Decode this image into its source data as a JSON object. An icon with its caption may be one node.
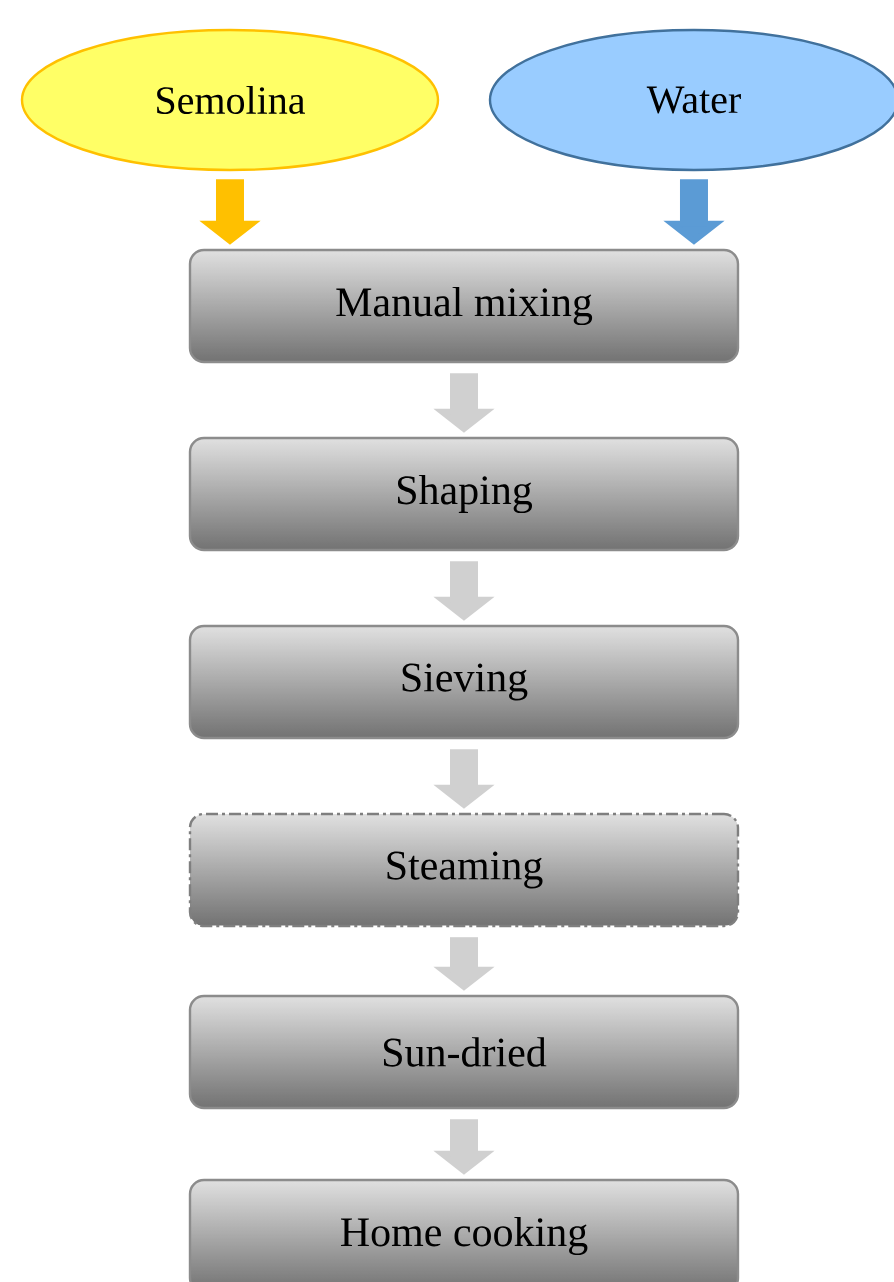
{
  "diagram": {
    "nodes": [
      {
        "text": [
          "Semolina"
        ]
      },
      {
        "text": [
          "Water"
        ]
      },
      {
        "text": [
          "Manual mixing"
        ]
      },
      {
        "text": [
          "Shaping"
        ]
      },
      {
        "text": [
          "Sieving"
        ]
      },
      {
        "text": [
          "Steaming"
        ]
      },
      {
        "text": [
          "Sun-dried"
        ]
      },
      {
        "text": [
          "Home cooking"
        ]
      }
    ],
    "edges": [
      {
        "from": 0,
        "to": 2,
        "arrow": "to",
        "color": "#ffc000"
      },
      {
        "from": 1,
        "to": 2,
        "arrow": "to",
        "color": "#5b9bd5"
      },
      {
        "from": 2,
        "to": 3,
        "arrow": "to"
      },
      {
        "from": 3,
        "to": 4,
        "arrow": "to"
      },
      {
        "from": 4,
        "to": 5,
        "arrow": "to"
      },
      {
        "from": 5,
        "to": 6,
        "arrow": "to"
      },
      {
        "from": 6,
        "to": 7,
        "arrow": "to"
      }
    ]
  }
}
